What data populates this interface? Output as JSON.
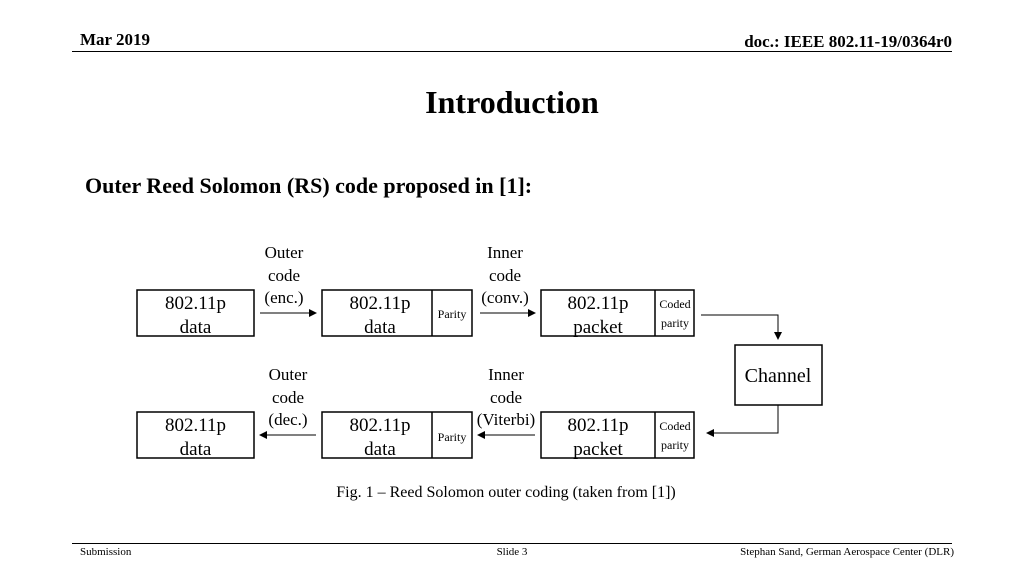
{
  "header": {
    "date": "Mar 2019",
    "doc": "doc.: IEEE 802.11-19/0364r0"
  },
  "title": "Introduction",
  "subtitle": "Outer Reed Solomon (RS) code proposed in [1]:",
  "diagram": {
    "top_left_box": [
      "802.11p",
      "data"
    ],
    "top_mid_box": [
      "802.11p",
      "data"
    ],
    "top_mid_parity": "Parity",
    "top_right_box": [
      "802.11p",
      "packet"
    ],
    "top_right_parity": [
      "Coded",
      "parity"
    ],
    "outer_enc_label": [
      "Outer",
      "code",
      "(enc.)"
    ],
    "inner_conv_label": [
      "Inner",
      "code",
      "(conv.)"
    ],
    "channel": "Channel",
    "bottom_left_box": [
      "802.11p",
      "data"
    ],
    "bottom_mid_box": [
      "802.11p",
      "data"
    ],
    "bottom_mid_parity": "Parity",
    "bottom_right_box": [
      "802.11p",
      "packet"
    ],
    "bottom_right_parity": [
      "Coded",
      "parity"
    ],
    "outer_dec_label": [
      "Outer",
      "code",
      "(dec.)"
    ],
    "inner_viterbi_label": [
      "Inner",
      "code",
      "(Viterbi)"
    ]
  },
  "caption": "Fig. 1 – Reed Solomon outer coding (taken from [1])",
  "footer": {
    "left": "Submission",
    "center": "Slide 3",
    "right": "Stephan Sand, German Aerospace Center (DLR)"
  }
}
